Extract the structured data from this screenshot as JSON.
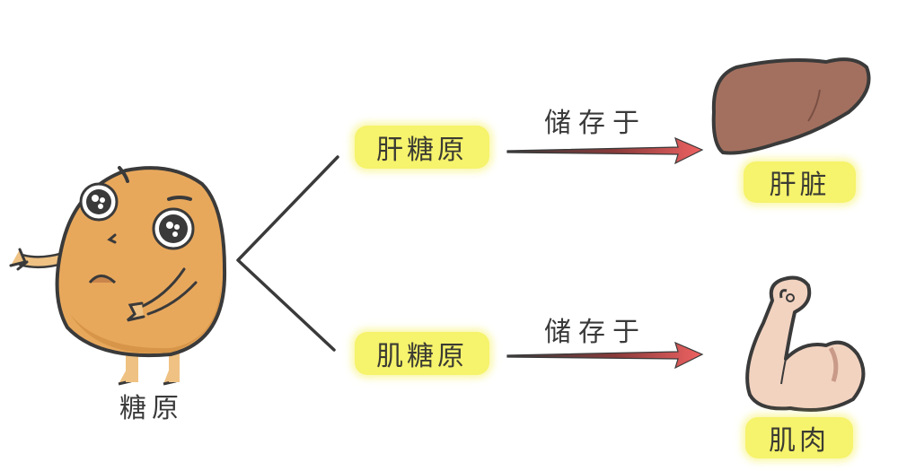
{
  "diagram": {
    "root": {
      "label": "糖原",
      "character": "glycogen-potato-mascot",
      "color": "#e8a85c"
    },
    "branches": [
      {
        "label": "肝糖原",
        "relation": "储存于",
        "target": {
          "label": "肝脏",
          "icon": "liver-icon",
          "color": "#a3705f"
        }
      },
      {
        "label": "肌糖原",
        "relation": "储存于",
        "target": {
          "label": "肌肉",
          "icon": "flexed-arm-icon",
          "color": "#f2d3c0"
        }
      }
    ],
    "colors": {
      "highlight": "#f6f36c",
      "arrow": "#e85a5a",
      "line": "#3a3a3a",
      "text": "#3a3a3a"
    }
  }
}
